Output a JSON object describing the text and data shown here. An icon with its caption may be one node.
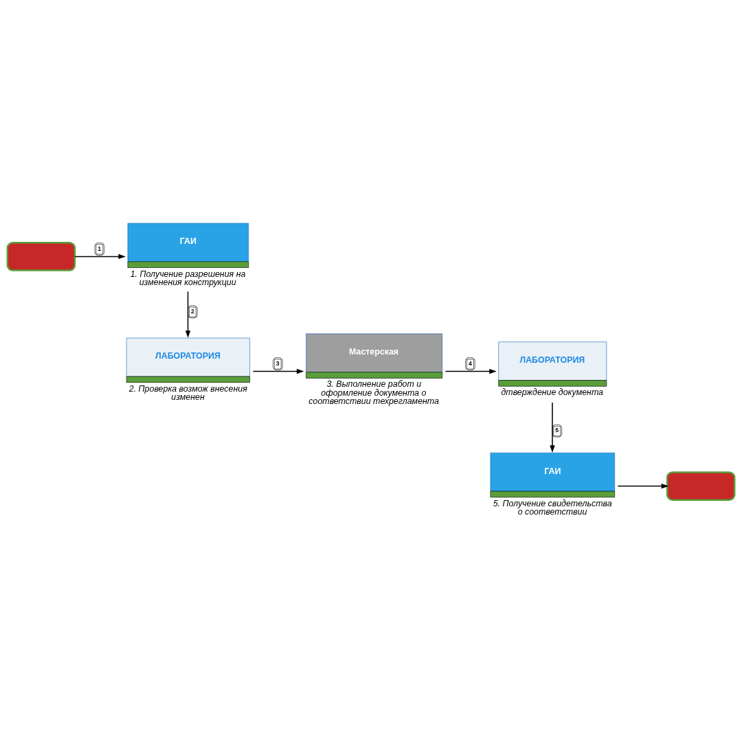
{
  "diagram": {
    "nodes": [
      {
        "text": [],
        "shape": "box"
      },
      {
        "text": [
          "ГАИ"
        ],
        "beside": [
          "1. Получение разрешения на изменения конструкции"
        ]
      },
      {
        "text": [
          "ЛАБОРАТОРИЯ"
        ],
        "beside": [
          "2. Проверка возмож внесения изменен"
        ]
      },
      {
        "text": [
          "Мастерская"
        ],
        "beside": [
          "3. Выполнение работ и оформление документа о соответствии техрегламента"
        ]
      },
      {
        "text": [
          "ЛАБОРАТОРИЯ"
        ],
        "beside": [
          "дтверждение документа"
        ]
      },
      {
        "text": [
          "ГАИ"
        ],
        "beside": [
          "5. Получение свидетельства о соответствии"
        ]
      },
      {
        "text": [],
        "shape": "box"
      }
    ],
    "edges": [
      {
        "from": 0,
        "to": 1,
        "arrow": "to",
        "label": "1"
      },
      {
        "from": 1,
        "to": 2,
        "arrow": "to",
        "label": "2"
      },
      {
        "from": 2,
        "to": 3,
        "arrow": "to",
        "label": "3"
      },
      {
        "from": 3,
        "to": 4,
        "arrow": "to",
        "label": "4"
      },
      {
        "from": 4,
        "to": 5,
        "arrow": "to",
        "label": "5"
      },
      {
        "from": 5,
        "to": 6,
        "arrow": "to"
      }
    ]
  }
}
